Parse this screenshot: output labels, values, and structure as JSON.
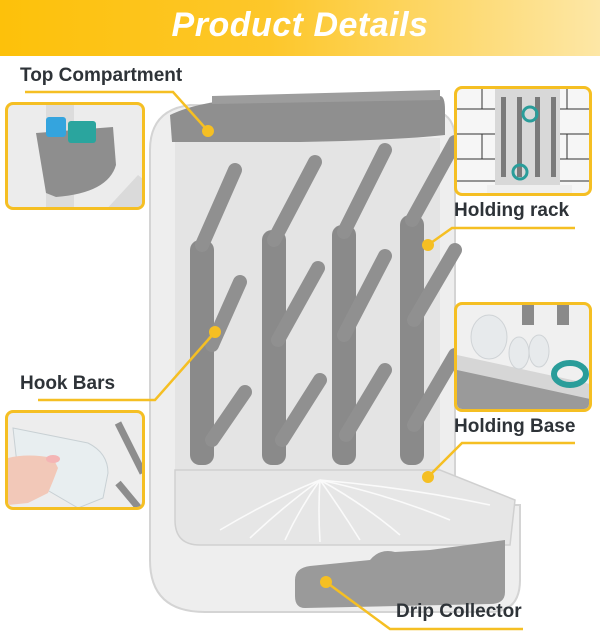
{
  "banner": {
    "title": "Product Details"
  },
  "labels": {
    "top_compartment": "Top Compartment",
    "holding_rack": "Holding rack",
    "hook_bars": "Hook Bars",
    "holding_base": "Holding Base",
    "drip_collector": "Drip Collector"
  },
  "colors": {
    "accent": "#f5bf23",
    "label_text": "#2e3338",
    "rack_gray": "#8c8c8c",
    "rack_body": "#f2f2f2",
    "teal": "#2a9d9a"
  }
}
